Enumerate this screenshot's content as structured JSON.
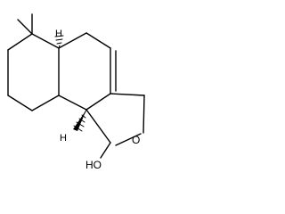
{
  "molecule": {
    "atom_labels": {
      "h_top": "H",
      "h_bottom": "H",
      "oxygen": "O",
      "hydroxyl": "HO"
    },
    "colors": {
      "bond": "#000000",
      "background": "#ffffff"
    }
  }
}
